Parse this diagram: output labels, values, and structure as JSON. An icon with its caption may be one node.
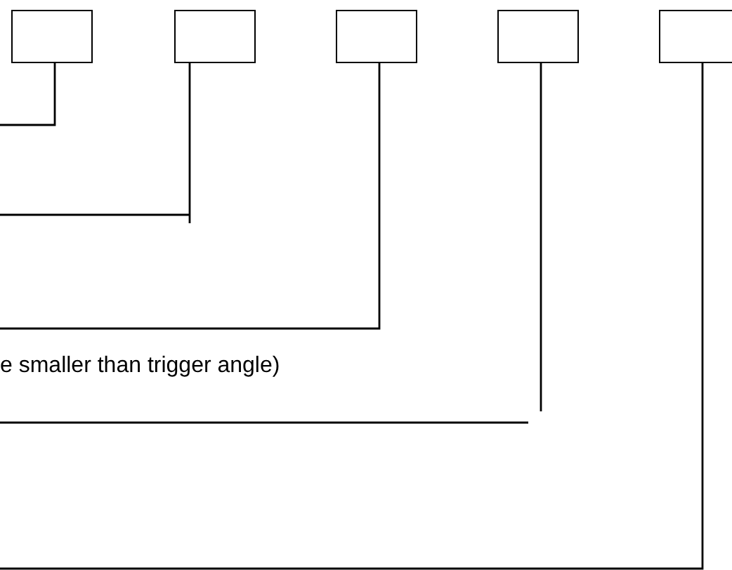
{
  "diagram": {
    "nodes": [
      {
        "text": [],
        "shape": "box"
      },
      {
        "text": [],
        "shape": "box"
      },
      {
        "text": [],
        "shape": "box"
      },
      {
        "text": [],
        "shape": "box"
      },
      {
        "text": [],
        "shape": "box"
      }
    ],
    "edges": [
      {
        "from": 0,
        "to": null,
        "arrow": "none"
      },
      {
        "from": 1,
        "to": null,
        "arrow": "none"
      },
      {
        "from": 2,
        "to": null,
        "arrow": "none"
      },
      {
        "from": 3,
        "to": null,
        "arrow": "none"
      },
      {
        "from": 4,
        "to": null,
        "arrow": "none"
      }
    ],
    "labels": [
      "e smaller than trigger angle)"
    ]
  }
}
